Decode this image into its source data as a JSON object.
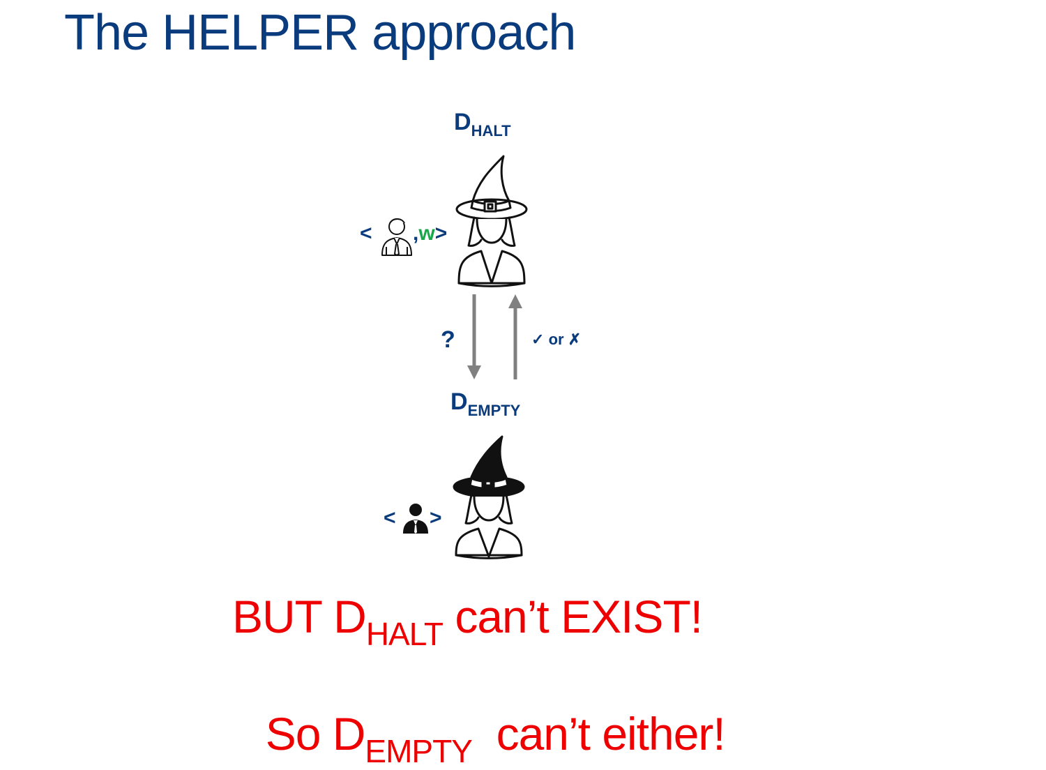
{
  "title": "The HELPER approach",
  "helper": {
    "main": "D",
    "sub": "HALT"
  },
  "target": {
    "main": "D",
    "sub": "EMPTY"
  },
  "query": "?",
  "answer": {
    "check": "✓",
    "word": "or",
    "cross": "✗"
  },
  "input_top": {
    "open": "<",
    "sep": ",",
    "w": "w",
    "close": ">"
  },
  "input_bottom": {
    "open": "<",
    "close": ">"
  },
  "conclusion": {
    "line1_a": "BUT D",
    "line1_sub": "HALT",
    "line1_b": " can’t EXIST!",
    "line2_a": "So D",
    "line2_sub": "EMPTY",
    "line2_b": "  can’t either!"
  },
  "colors": {
    "title": "#0a3b7c",
    "accent": "#1aa64a",
    "warning": "#ee0000",
    "arrow": "#808080"
  }
}
